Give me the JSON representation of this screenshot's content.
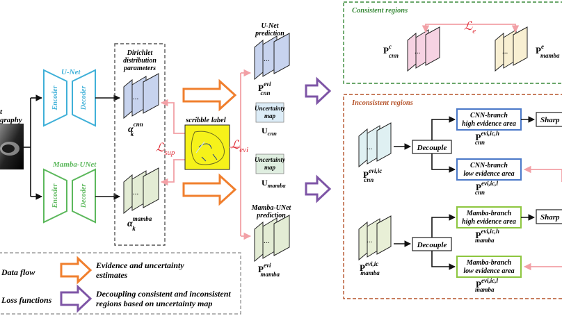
{
  "input": {
    "label_line1": "t",
    "label_line2": "graphy"
  },
  "networks": {
    "unet": {
      "title": "U-Net",
      "encoder": "Encoder",
      "decoder": "Decoder",
      "color": "#3fb0d8"
    },
    "mamba": {
      "title": "Mamba-UNet",
      "encoder": "Encoder",
      "decoder": "Decoder",
      "color": "#5cb85c"
    }
  },
  "dirichlet": {
    "title_line1": "Dirichlet",
    "title_line2": "distribution",
    "title_line3": "parameters",
    "alpha_cnn": {
      "base": "α",
      "sup": "cnn",
      "sub": "k"
    },
    "alpha_mamba": {
      "base": "α",
      "sup": "mamba",
      "sub": "k"
    }
  },
  "stack_dots": "...",
  "scribble": {
    "title": "scribble label"
  },
  "losses": {
    "sup": {
      "base": "ℒ",
      "sub": "sup"
    },
    "evi": {
      "base": "ℒ",
      "sub": "evi"
    },
    "e": {
      "base": "ℒ",
      "sub": "e"
    }
  },
  "predictions": {
    "unet_title_line1": "U-Net",
    "unet_title_line2": "prediction",
    "unet_symbol": {
      "base": "P",
      "sup": "evi",
      "sub": "cnn"
    },
    "mamba_title_line1": "Mamba-UNet",
    "mamba_title_line2": "prediction",
    "mamba_symbol": {
      "base": "P",
      "sup": "evi",
      "sub": "mamba"
    }
  },
  "uncertainty": {
    "cnn": {
      "line1": "Uncertainty",
      "line2": "map",
      "base": "U",
      "sub": "cnn"
    },
    "mamba": {
      "line1": "Uncertainty",
      "line2": "map",
      "base": "U",
      "sub": "mamba"
    }
  },
  "consistent": {
    "title": "Consistent regions",
    "cnn_symbol": {
      "base": "P",
      "sup": "c",
      "sub": "cnn"
    },
    "mamba_symbol": {
      "base": "P",
      "sup": "e",
      "sub": "mamba"
    }
  },
  "inconsistent": {
    "title": "Inconsistent regions",
    "cnn_input": {
      "base": "P",
      "sup": "evi,ic",
      "sub": "cnn"
    },
    "mamba_input": {
      "base": "P",
      "sup": "evi,ic",
      "sub": "mamba"
    },
    "decouple_top": "Decouple",
    "decouple_bottom": "Decouple",
    "cnn_high": {
      "line1": "CNN-branch",
      "line2": "high evidence area",
      "base": "P",
      "sup": "evi,ic,h",
      "sub": "cnn"
    },
    "cnn_low": {
      "line1": "CNN-branch",
      "line2": "low evidence area",
      "base": "P",
      "sup": "evi,ic,l",
      "sub": "cnn"
    },
    "mamba_high": {
      "line1": "Mamba-branch",
      "line2": "high evidence area",
      "base": "P",
      "sup": "evi,ic,h",
      "sub": "mamba"
    },
    "mamba_low": {
      "line1": "Mamba-branch",
      "line2": "low evidence area",
      "base": "P",
      "sup": "evi,ic,l",
      "sub": "mamba"
    },
    "sharpen_top": "Sharp",
    "sharpen_bottom": "Sharp"
  },
  "legend": {
    "data_flow": "Data flow",
    "loss_functions": "Loss functions",
    "evidence_line1": "Evidence and uncertainty",
    "evidence_line2": "estimates",
    "decoupling_line1": "Decoupling consistent and inconsistent",
    "decoupling_line2": "regions based on uncertainty map"
  },
  "colors": {
    "loss_red": "#e0303a",
    "pink_arrow": "#f2a0a6",
    "orange_arrow": "#f07f2e",
    "purple_arrow": "#7e55a6",
    "green_border": "#3a8a3a",
    "brown_border": "#b5532a",
    "blue_box": "#4a78c8",
    "green_box": "#8dc63f"
  }
}
